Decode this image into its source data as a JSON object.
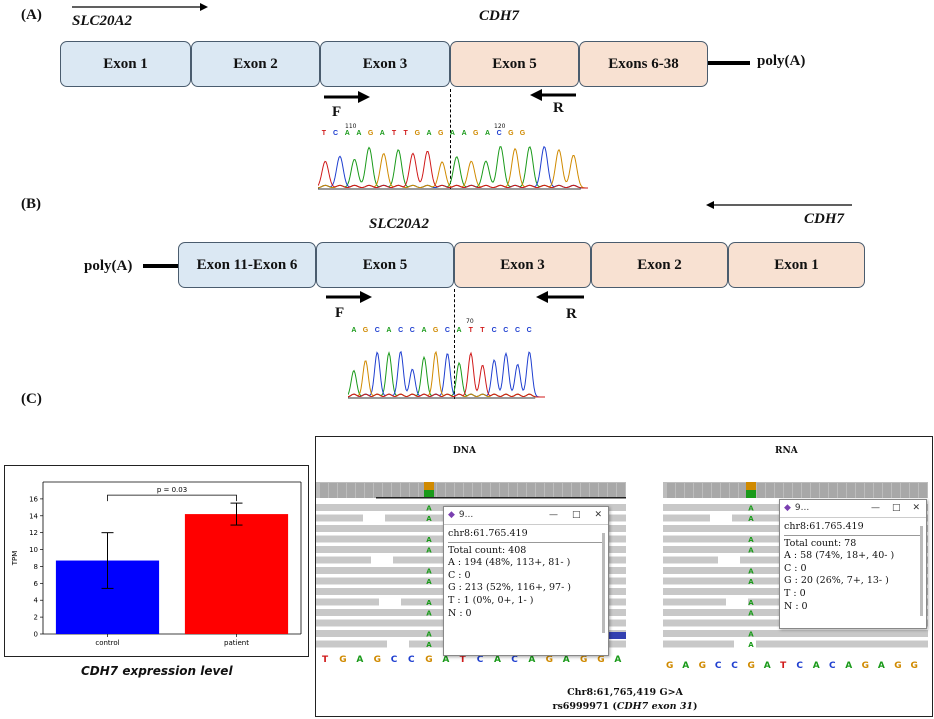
{
  "panelA": {
    "label": "(A)",
    "gene_left": "SLC20A2",
    "gene_right": "CDH7",
    "exons": [
      {
        "label": "Exon 1",
        "color": "#dbe8f3"
      },
      {
        "label": "Exon 2",
        "color": "#dbe8f3"
      },
      {
        "label": "Exon 3",
        "color": "#dbe8f3"
      },
      {
        "label": "Exon 5",
        "color": "#f8e1d2"
      },
      {
        "label": "Exons 6-38",
        "color": "#f8e1d2"
      }
    ],
    "polyA": "poly(A)",
    "primer_f": "F",
    "primer_r": "R",
    "seq_letters": [
      "T",
      "C",
      "A",
      "A",
      "G",
      "A",
      "T",
      "T",
      "G",
      "A",
      "G",
      "A",
      "A",
      "G",
      "A",
      "C",
      "G",
      "G"
    ],
    "seq_tick_1": "110",
    "seq_tick_2": "120"
  },
  "panelB": {
    "label": "(B)",
    "gene_left": "SLC20A2",
    "gene_right": "CDH7",
    "exons": [
      {
        "label": "Exon 11-Exon 6",
        "color": "#dbe8f3"
      },
      {
        "label": "Exon 5",
        "color": "#dbe8f3"
      },
      {
        "label": "Exon 3",
        "color": "#f8e1d2"
      },
      {
        "label": "Exon 2",
        "color": "#f8e1d2"
      },
      {
        "label": "Exon 1",
        "color": "#f8e1d2"
      }
    ],
    "polyA": "poly(A)",
    "primer_f": "F",
    "primer_r": "R",
    "seq_letters": [
      "A",
      "G",
      "C",
      "A",
      "C",
      "C",
      "A",
      "G",
      "C",
      "A",
      "T",
      "T",
      "C",
      "C",
      "C",
      "C"
    ],
    "seq_tick": "70"
  },
  "panelC": {
    "label": "(C)",
    "bar_chart": {
      "caption": "CDH7 expression level"
    },
    "igv": {
      "dna_title": "DNA",
      "rna_title": "RNA",
      "dna_popup": {
        "title": "9...",
        "lines": [
          "chr8:61.765.419",
          "Total count: 408",
          "A : 194 (48%, 113+, 81- )",
          "C : 0",
          "G : 213 (52%, 116+, 97- )",
          "T : 1 (0%, 0+, 1- )",
          "N : 0"
        ]
      },
      "rna_popup": {
        "title": "9...",
        "lines": [
          "chr8:61.765.419",
          "Total count: 78",
          "A : 58 (74%, 18+, 40- )",
          "C : 0",
          "G : 20 (26%, 7+, 13- )",
          "T : 0",
          "N : 0"
        ]
      },
      "dna_ref": [
        "T",
        "G",
        "A",
        "G",
        "C",
        "C",
        "G",
        "A",
        "T",
        "C",
        "A",
        "C",
        "A",
        "G",
        "A",
        "G",
        "G",
        "A"
      ],
      "rna_ref": [
        "G",
        "A",
        "G",
        "C",
        "C",
        "G",
        "A",
        "T",
        "C",
        "A",
        "C",
        "A",
        "G",
        "A",
        "G",
        "G"
      ],
      "variant_line1": "Chr8:61,765,419 G>A",
      "variant_line2_prefix": "rs6999971 (",
      "variant_line2_gene": "CDH7 exon 31",
      "variant_line2_suffix": ")",
      "base_colors": {
        "A": "#1a9a1a",
        "C": "#1f3fd0",
        "G": "#d08a00",
        "T": "#d01a1a"
      }
    }
  },
  "chart_data": {
    "type": "bar",
    "categories": [
      "control",
      "patient"
    ],
    "values": [
      8.7,
      14.2
    ],
    "errors": [
      3.3,
      1.3
    ],
    "colors": [
      "#0000ff",
      "#ff0000"
    ],
    "ylabel": "TPM",
    "ylim": [
      0,
      18
    ],
    "yticks": [
      0,
      2,
      4,
      6,
      8,
      10,
      12,
      14,
      16
    ],
    "annotation": "p = 0.03",
    "grid": false
  }
}
